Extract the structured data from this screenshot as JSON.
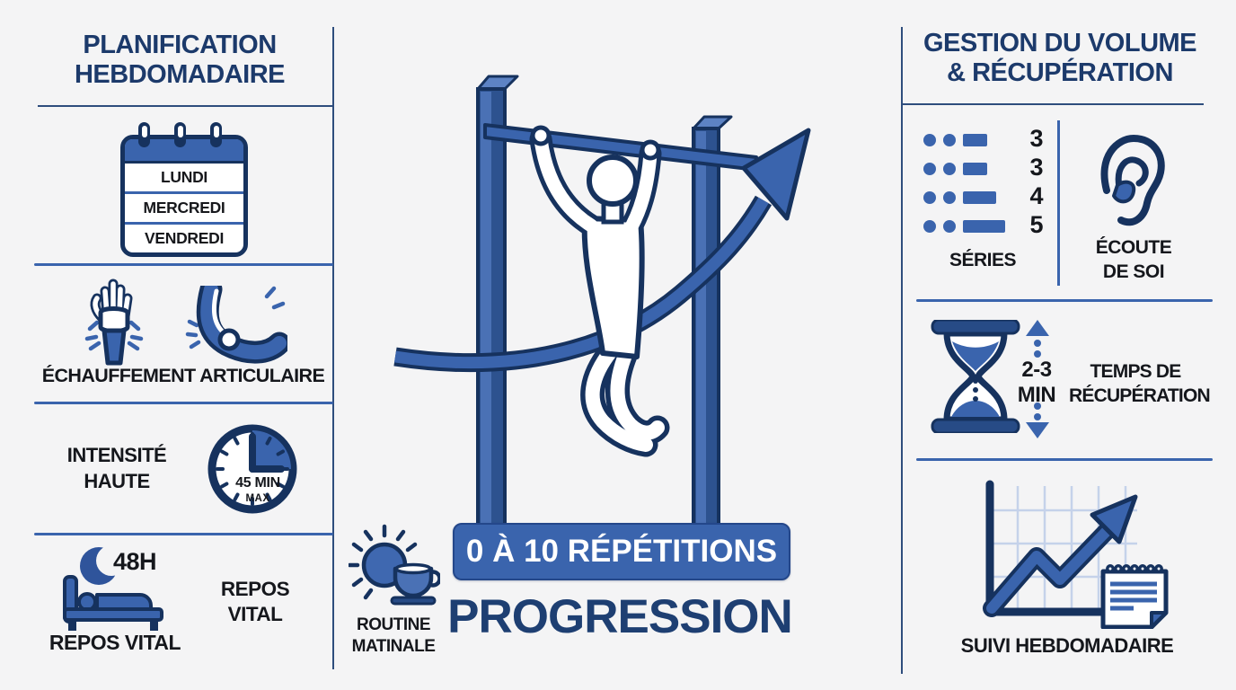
{
  "colors": {
    "background": "#f4f4f5",
    "navy": "#16325e",
    "title_navy": "#1c3a6b",
    "accent_blue": "#3a64ad",
    "text_black": "#15171c",
    "white": "#ffffff"
  },
  "icons": [
    "calendar-icon",
    "hand-icon",
    "elbow-joint-icon",
    "clock-icon",
    "moon-icon",
    "bed-icon",
    "pullup-scene",
    "sun-coffee-icon",
    "ear-icon",
    "hourglass-icon",
    "updown-arrow-icon",
    "progress-chart-icon",
    "notepad-icon"
  ],
  "left": {
    "title_line1": "PLANIFICATION",
    "title_line2": "HEBDOMADAIRE",
    "calendar": {
      "days": [
        "LUNDI",
        "MERCREDI",
        "VENDREDI"
      ]
    },
    "warmup_label": "ÉCHAUFFEMENT ARTICULAIRE",
    "intensity_line1": "INTENSITÉ",
    "intensity_line2": "HAUTE",
    "clock_value": "45 MIN",
    "clock_sub": "MAX",
    "rest_hours": "48H",
    "bed_label": "REPOS VITAL",
    "rest_line1": "REPOS",
    "rest_line2": "VITAL"
  },
  "center": {
    "badge": "0 À 10 RÉPÉTITIONS",
    "progression": "PROGRESSION",
    "routine_line1": "ROUTINE",
    "routine_line2": "MATINALE"
  },
  "right": {
    "title_line1": "GESTION DU VOLUME",
    "title_line2": "& RÉCUPÉRATION",
    "series": {
      "rows": [
        {
          "count": 3
        },
        {
          "count": 3
        },
        {
          "count": 4
        },
        {
          "count": 5
        }
      ],
      "label": "SÉRIES"
    },
    "listen_line1": "ÉCOUTE",
    "listen_line2": "DE SOI",
    "recovery_time_line1": "2-3",
    "recovery_time_line2": "MIN",
    "recovery_label_line1": "TEMPS DE",
    "recovery_label_line2": "RÉCUPÉRATION",
    "tracking_label": "SUIVI HEBDOMADAIRE"
  }
}
